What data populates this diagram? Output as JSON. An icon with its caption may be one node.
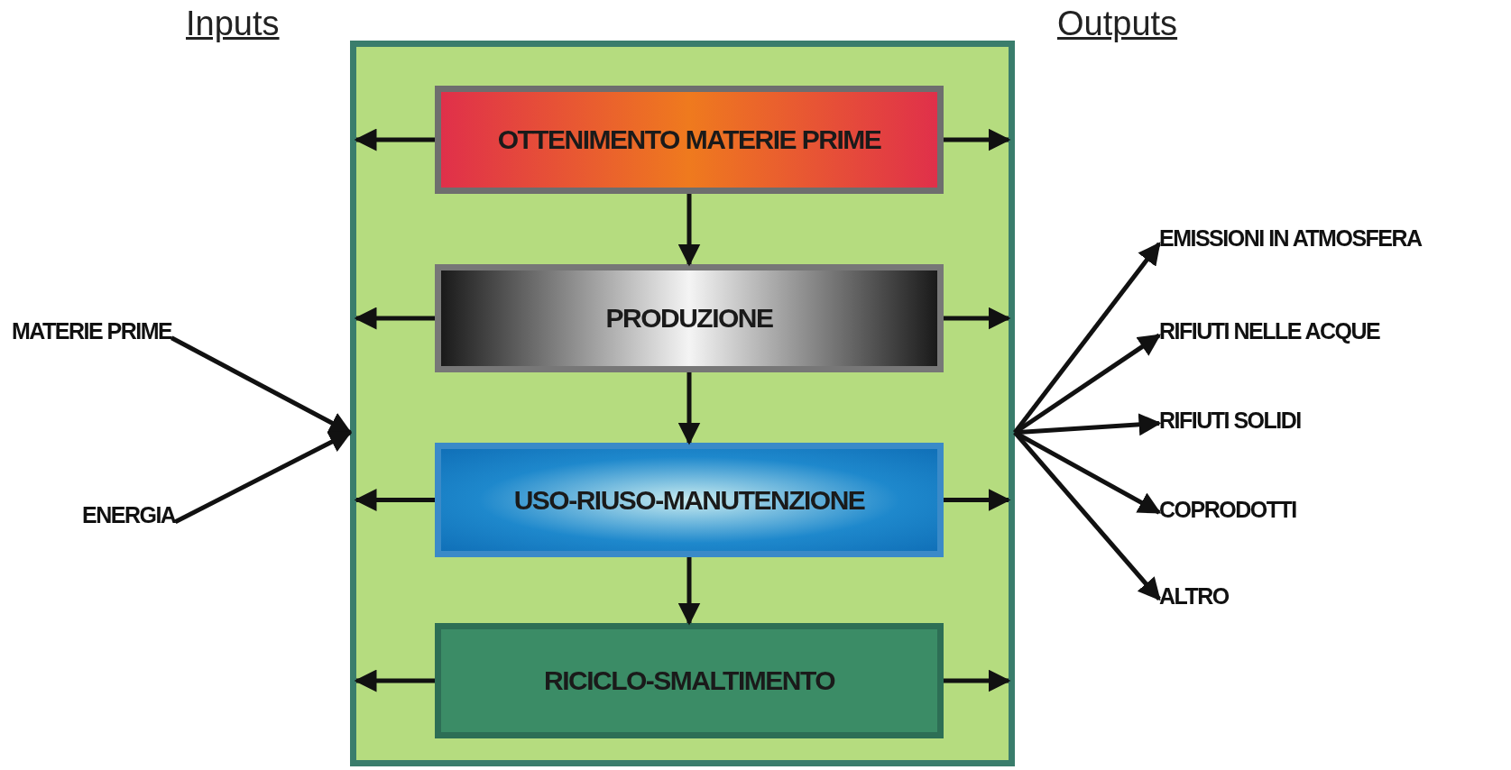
{
  "diagram": {
    "nodes": [
      {
        "text": [],
        "shape": "box"
      },
      {
        "text": [
          "OTTENIMENTO MATERIE PRIME"
        ],
        "in": 0
      },
      {
        "text": [
          "PRODUZIONE"
        ],
        "in": 0
      },
      {
        "text": [
          "USO-RIUSO-MANUTENZIONE"
        ],
        "in": 0
      },
      {
        "text": [
          "RICICLO-SMALTIMENTO"
        ],
        "in": 0
      },
      {
        "text": [
          "MATERIE PRIME"
        ]
      },
      {
        "text": [
          "ENERGIA"
        ]
      },
      {
        "text": [
          "EMISSIONI IN ATMOSFERA"
        ]
      },
      {
        "text": [
          "RIFIUTI NELLE ACQUE"
        ]
      },
      {
        "text": [
          "RIFIUTI SOLIDI"
        ]
      },
      {
        "text": [
          "COPRODOTTI"
        ]
      },
      {
        "text": [
          "ALTRO"
        ]
      }
    ],
    "edges": [
      {
        "from": 1,
        "to": 2,
        "arrow": "to"
      },
      {
        "from": 2,
        "to": 3,
        "arrow": "to"
      },
      {
        "from": 3,
        "to": 4,
        "arrow": "to"
      },
      {
        "from": 1,
        "to": 0,
        "arrow": "to"
      },
      {
        "from": 1,
        "to": 0,
        "arrow": "to"
      },
      {
        "from": 2,
        "to": 0,
        "arrow": "to"
      },
      {
        "from": 2,
        "to": 0,
        "arrow": "to"
      },
      {
        "from": 3,
        "to": 0,
        "arrow": "to"
      },
      {
        "from": 3,
        "to": 0,
        "arrow": "to"
      },
      {
        "from": 4,
        "to": 0,
        "arrow": "to"
      },
      {
        "from": 4,
        "to": 0,
        "arrow": "to"
      },
      {
        "from": 5,
        "to": 0,
        "arrow": "to"
      },
      {
        "from": 6,
        "to": 0,
        "arrow": "to"
      },
      {
        "from": 0,
        "to": 7,
        "arrow": "to"
      },
      {
        "from": 0,
        "to": 8,
        "arrow": "to"
      },
      {
        "from": 0,
        "to": 9,
        "arrow": "to"
      },
      {
        "from": 0,
        "to": 10,
        "arrow": "to"
      },
      {
        "from": 0,
        "to": 11,
        "arrow": "to"
      }
    ],
    "labels": [
      "Inputs",
      "Outputs"
    ]
  }
}
